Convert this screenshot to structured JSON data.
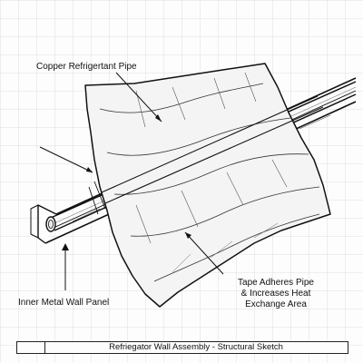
{
  "labels": {
    "copper_pipe": "Copper Refrigertant Pipe",
    "inner_panel": "Inner Metal Wall Panel",
    "tape_line1": "Tape Adheres Pipe",
    "tape_line2": "& Increases Heat",
    "tape_line3": "Exchange Area"
  },
  "title_block": {
    "title": "Refriegator Wall Assembly - Structural Sketch"
  },
  "colors": {
    "ink": "#111111",
    "grid": "#d4d6da",
    "foil": "#f4f4f4",
    "paper": "#fdfdfd"
  }
}
